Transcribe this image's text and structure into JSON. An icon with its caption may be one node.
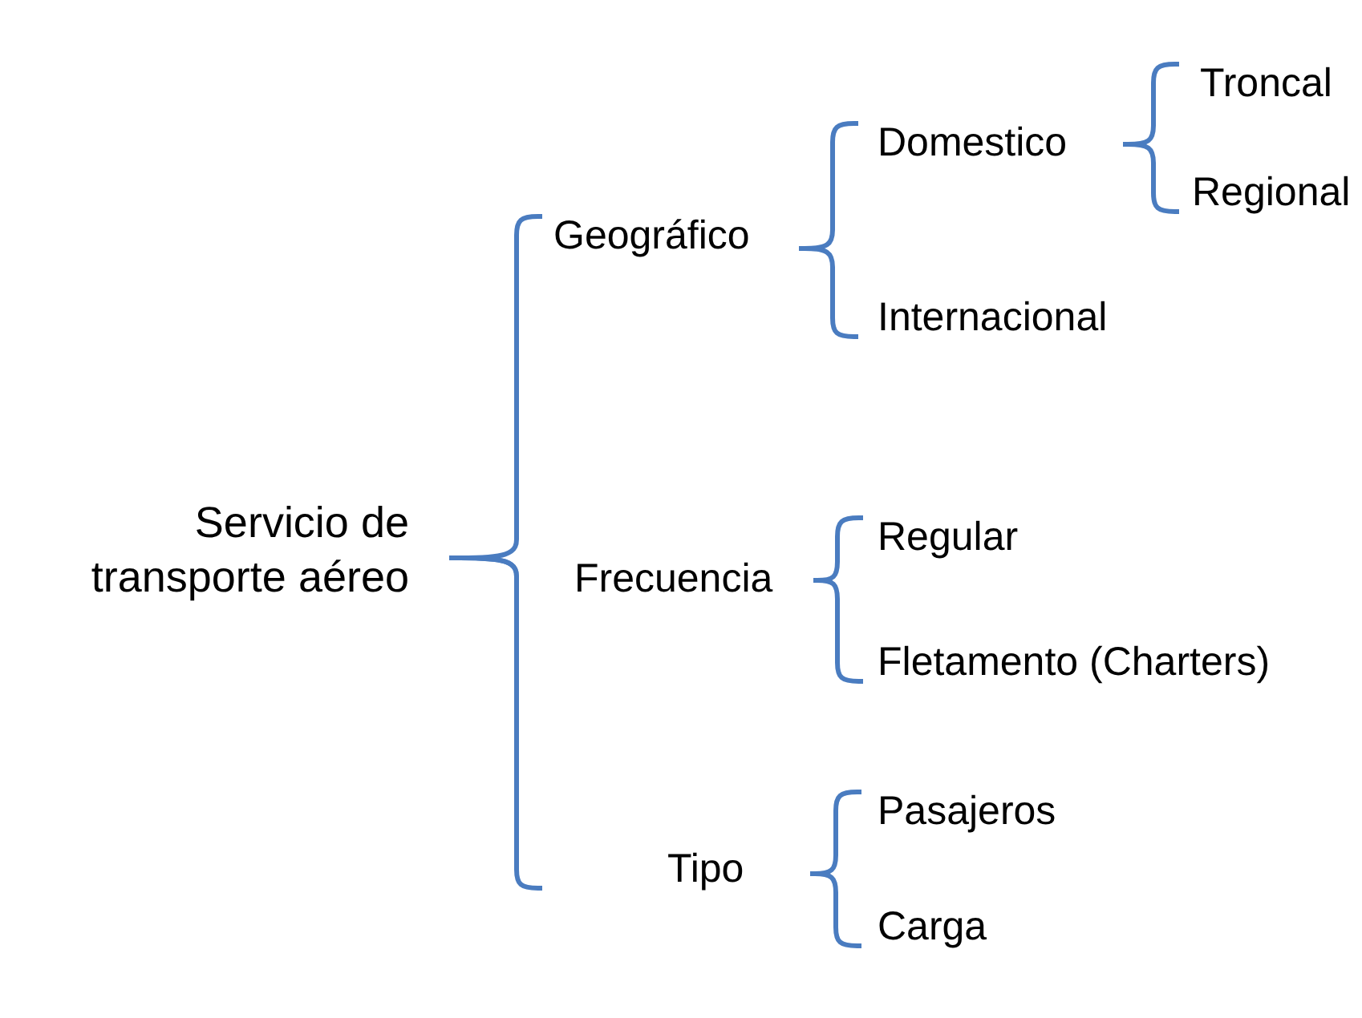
{
  "diagram": {
    "nodes": [
      {
        "text": [
          "Servicio de transporte aéreo"
        ]
      },
      {
        "text": [
          "Geográfico"
        ]
      },
      {
        "text": [
          "Domestico"
        ]
      },
      {
        "text": [
          "Troncal"
        ]
      },
      {
        "text": [
          "Regional"
        ]
      },
      {
        "text": [
          "Internacional"
        ]
      },
      {
        "text": [
          "Frecuencia"
        ]
      },
      {
        "text": [
          "Regular"
        ]
      },
      {
        "text": [
          "Fletamento (Charters)"
        ]
      },
      {
        "text": [
          "Tipo"
        ]
      },
      {
        "text": [
          "Pasajeros"
        ]
      },
      {
        "text": [
          "Carga"
        ]
      }
    ],
    "edges": [
      {
        "from": 0,
        "to": 1,
        "arrow": "none"
      },
      {
        "from": 0,
        "to": 6,
        "arrow": "none"
      },
      {
        "from": 0,
        "to": 9,
        "arrow": "none"
      },
      {
        "from": 1,
        "to": 2,
        "arrow": "none"
      },
      {
        "from": 1,
        "to": 5,
        "arrow": "none"
      },
      {
        "from": 2,
        "to": 3,
        "arrow": "none"
      },
      {
        "from": 2,
        "to": 4,
        "arrow": "none"
      },
      {
        "from": 6,
        "to": 7,
        "arrow": "none"
      },
      {
        "from": 6,
        "to": 8,
        "arrow": "none"
      },
      {
        "from": 9,
        "to": 10,
        "arrow": "none"
      },
      {
        "from": 9,
        "to": 11,
        "arrow": "none"
      }
    ]
  }
}
